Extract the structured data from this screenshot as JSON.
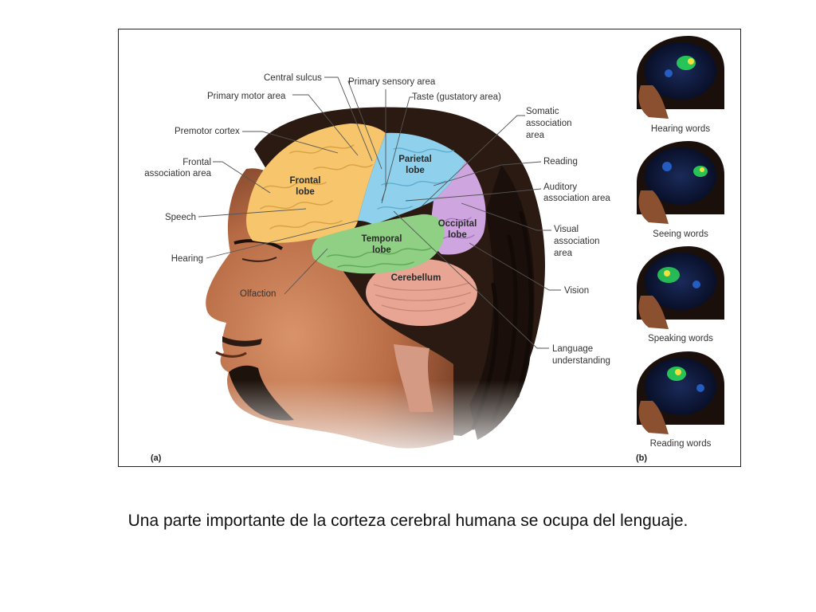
{
  "figure": {
    "panel_a_label": "(a)",
    "panel_b_label": "(b)",
    "lobes": {
      "frontal": [
        "Frontal",
        "lobe"
      ],
      "parietal": [
        "Parietal",
        "lobe"
      ],
      "temporal": [
        "Temporal",
        "lobe"
      ],
      "occipital": [
        "Occipital",
        "lobe"
      ],
      "cerebellum": "Cerebellum"
    },
    "labels": {
      "central_sulcus": "Central sulcus",
      "primary_sensory_area": "Primary sensory area",
      "primary_motor_area": "Primary motor area",
      "taste": "Taste (gustatory area)",
      "premotor_cortex": "Premotor cortex",
      "somatic_association_area": [
        "Somatic",
        "association",
        "area"
      ],
      "frontal_association_area": [
        "Frontal",
        "association area"
      ],
      "reading": "Reading",
      "auditory_association_area": [
        "Auditory",
        "association area"
      ],
      "speech": "Speech",
      "visual_association_area": [
        "Visual",
        "association",
        "area"
      ],
      "hearing": "Hearing",
      "olfaction": "Olfaction",
      "vision": "Vision",
      "language_understanding": [
        "Language",
        "understanding"
      ]
    },
    "scans": [
      "Hearing words",
      "Seeing words",
      "Speaking words",
      "Reading words"
    ]
  },
  "caption": "Una parte importante de la corteza cerebral humana se ocupa del lenguaje."
}
